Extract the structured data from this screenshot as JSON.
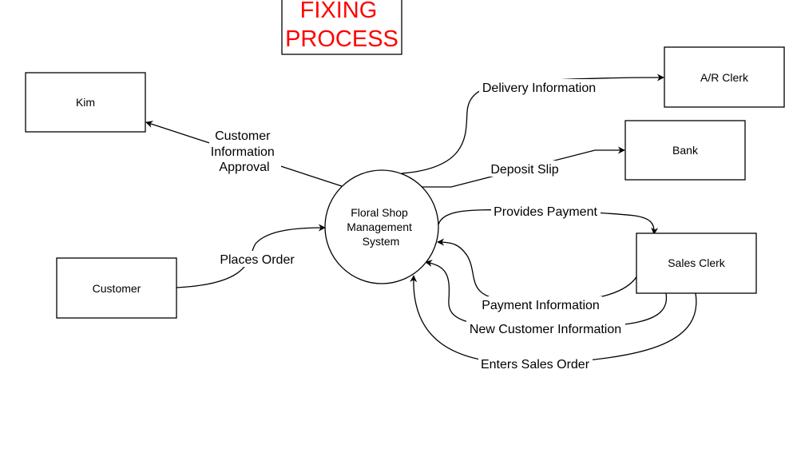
{
  "title": {
    "lines": [
      "FIXING",
      "PROCESS"
    ],
    "color": "#ff0000"
  },
  "process": {
    "lines": [
      "Floral Shop",
      "Management",
      "System"
    ]
  },
  "entities": {
    "kim": "Kim",
    "customer": "Customer",
    "ar_clerk": "A/R Clerk",
    "bank": "Bank",
    "sales_clerk": "Sales Clerk"
  },
  "flows": {
    "customer_info_approval": [
      "Customer",
      "Information",
      "Approval"
    ],
    "places_order": "Places Order",
    "delivery_information": "Delivery Information",
    "deposit_slip": "Deposit Slip",
    "provides_payment": "Provides Payment",
    "payment_information": "Payment Information",
    "new_customer_information": "New Customer Information",
    "enters_sales_order": "Enters Sales Order"
  }
}
